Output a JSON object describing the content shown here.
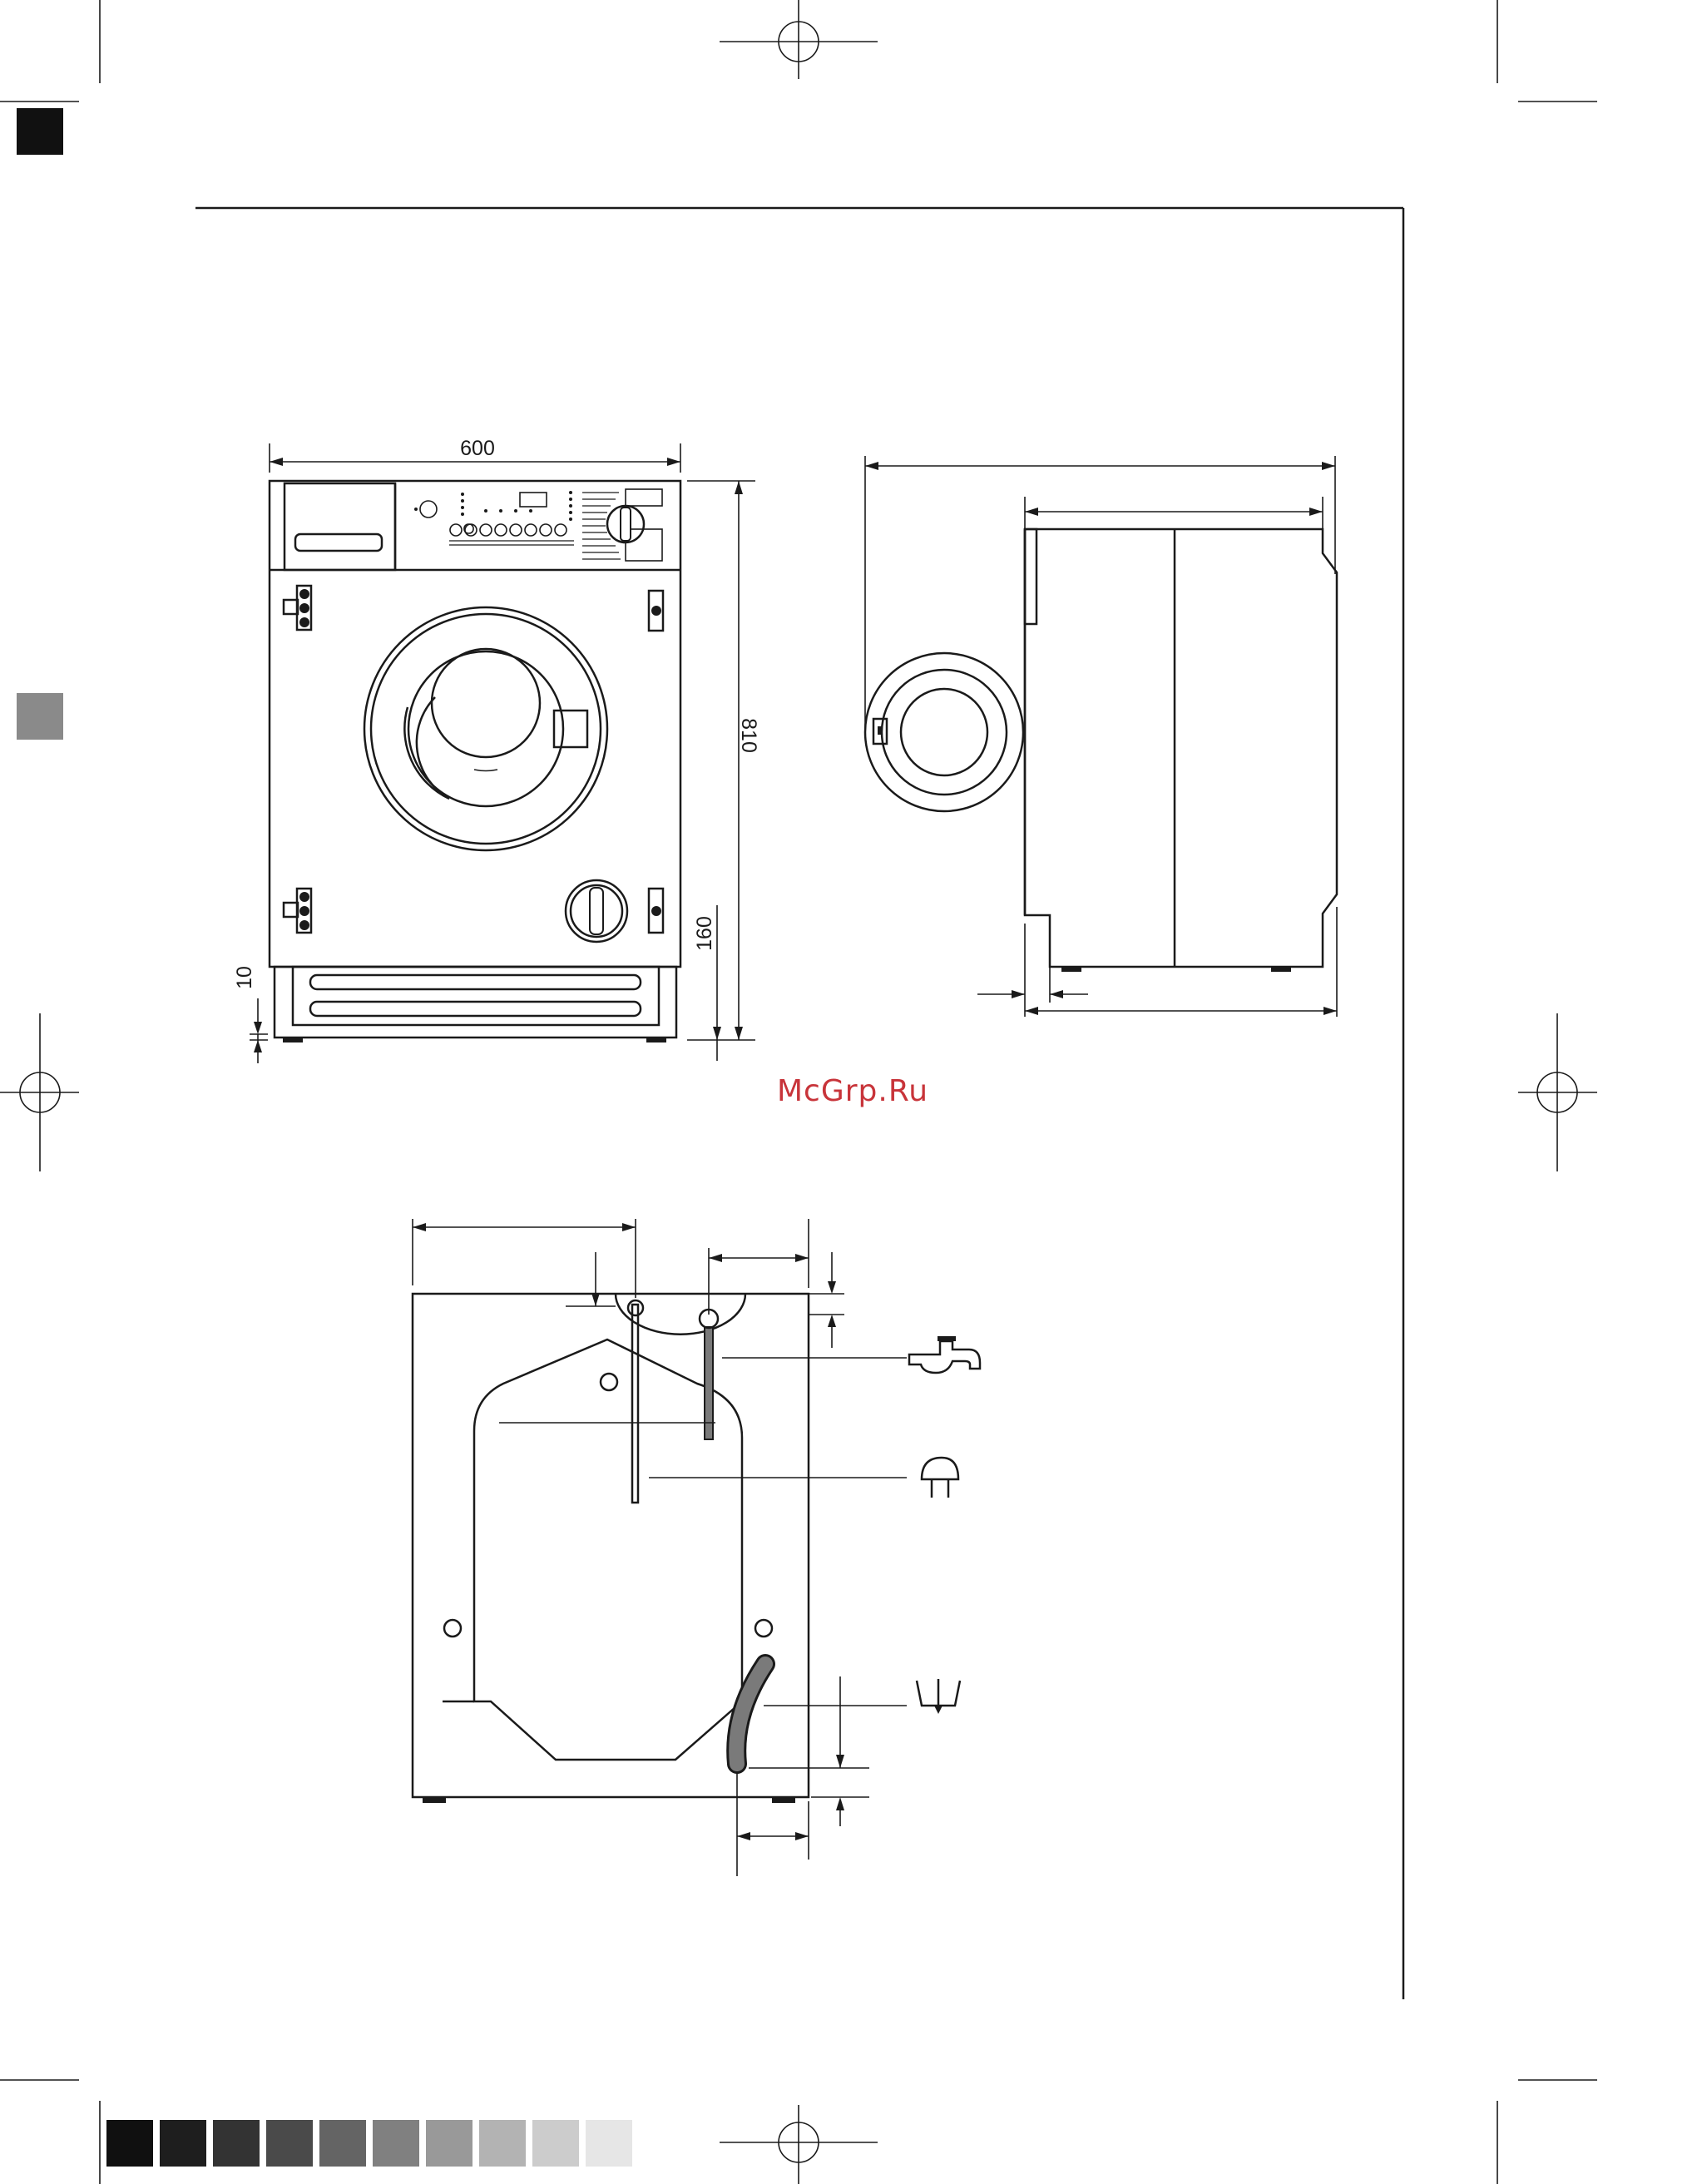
{
  "dimensions": {
    "width": "600",
    "height": "810",
    "plinth": "160",
    "feet": "10"
  },
  "watermark": "McGrp.Ru",
  "colors": {
    "line": "#1a1a1a",
    "marker_black": "#111111",
    "marker_grey": "#8a8a8a",
    "watermark": "#c8343a",
    "drain_hose": "#7a7a7a"
  },
  "icons": {
    "water_tap": "water-tap-icon",
    "power_plug": "power-plug-icon",
    "drain": "drain-icon"
  },
  "color_strip": [
    "#101010",
    "#1e1e1e",
    "#333333",
    "#4a4a4a",
    "#646464",
    "#808080",
    "#999999",
    "#b3b3b3",
    "#cccccc",
    "#e6e6e6"
  ]
}
